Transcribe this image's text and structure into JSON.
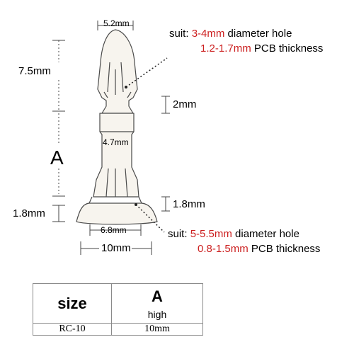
{
  "dimensions": {
    "top_width": "5.2mm",
    "head_height": "7.5mm",
    "neck_gap": "2mm",
    "shaft_width": "4.7mm",
    "overall": "A",
    "lower_gap": "1.8mm",
    "flange_thickness": "1.8mm",
    "flange_inner": "6.8mm",
    "flange_outer": "10mm"
  },
  "notes": {
    "top": {
      "prefix": "suit: ",
      "hole_value": "3-4mm",
      "hole_text": " diameter hole",
      "pcb_value": "1.2-1.7mm",
      "pcb_text": " PCB thickness"
    },
    "bottom": {
      "prefix": "suit: ",
      "hole_value": "5-5.5mm",
      "hole_text": " diameter hole",
      "pcb_value": "0.8-1.5mm",
      "pcb_text": " PCB thickness"
    }
  },
  "table": {
    "header_size": "size",
    "header_a": "A",
    "header_a_sub": "high",
    "rows": [
      {
        "model": "RC-10",
        "value": "10mm"
      }
    ]
  },
  "colors": {
    "highlight": "#cc1f1f",
    "line": "#555555"
  }
}
